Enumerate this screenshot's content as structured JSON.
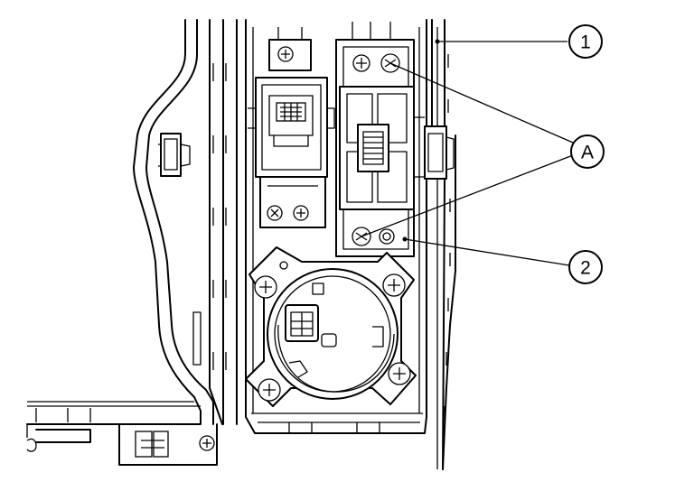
{
  "callouts": {
    "one": "1",
    "a": "A",
    "two": "2"
  },
  "colors": {
    "line": "#000000",
    "background": "#ffffff"
  }
}
